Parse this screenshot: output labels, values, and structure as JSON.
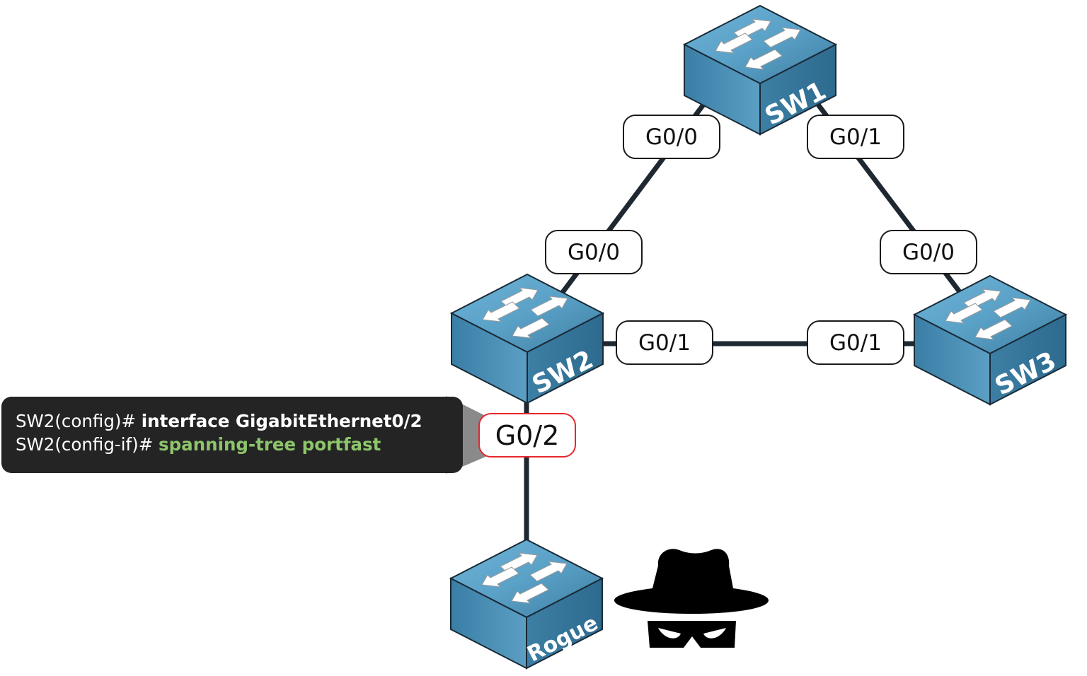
{
  "devices": {
    "sw1": {
      "name": "SW1",
      "type": "switch"
    },
    "sw2": {
      "name": "SW2",
      "type": "switch"
    },
    "sw3": {
      "name": "SW3",
      "type": "switch"
    },
    "rogue": {
      "name": "Rogue",
      "type": "switch"
    }
  },
  "interfaces": {
    "sw1_g00": "G0/0",
    "sw1_g01": "G0/1",
    "sw2_g00": "G0/0",
    "sw2_g01": "G0/1",
    "sw2_g02": "G0/2",
    "sw3_g00": "G0/0",
    "sw3_g01": "G0/1"
  },
  "links": [
    {
      "from": "SW1 G0/0",
      "to": "SW2 G0/0"
    },
    {
      "from": "SW1 G0/1",
      "to": "SW3 G0/0"
    },
    {
      "from": "SW2 G0/1",
      "to": "SW3 G0/1"
    },
    {
      "from": "SW2 G0/2",
      "to": "Rogue"
    }
  ],
  "highlighted_interface": "SW2 G0/2",
  "cli": {
    "line1_prompt": "SW2(config)# ",
    "line1_command": "interface GigabitEthernet0/2",
    "line2_prompt": "SW2(config-if)# ",
    "line2_command": "spanning-tree portfast"
  },
  "icons": {
    "attacker": "hacker-icon"
  },
  "colors": {
    "switch_blue": "#4a90b8",
    "highlight_red": "#e8262b",
    "cli_background": "#242424",
    "cli_command_green": "#8dc56b"
  }
}
